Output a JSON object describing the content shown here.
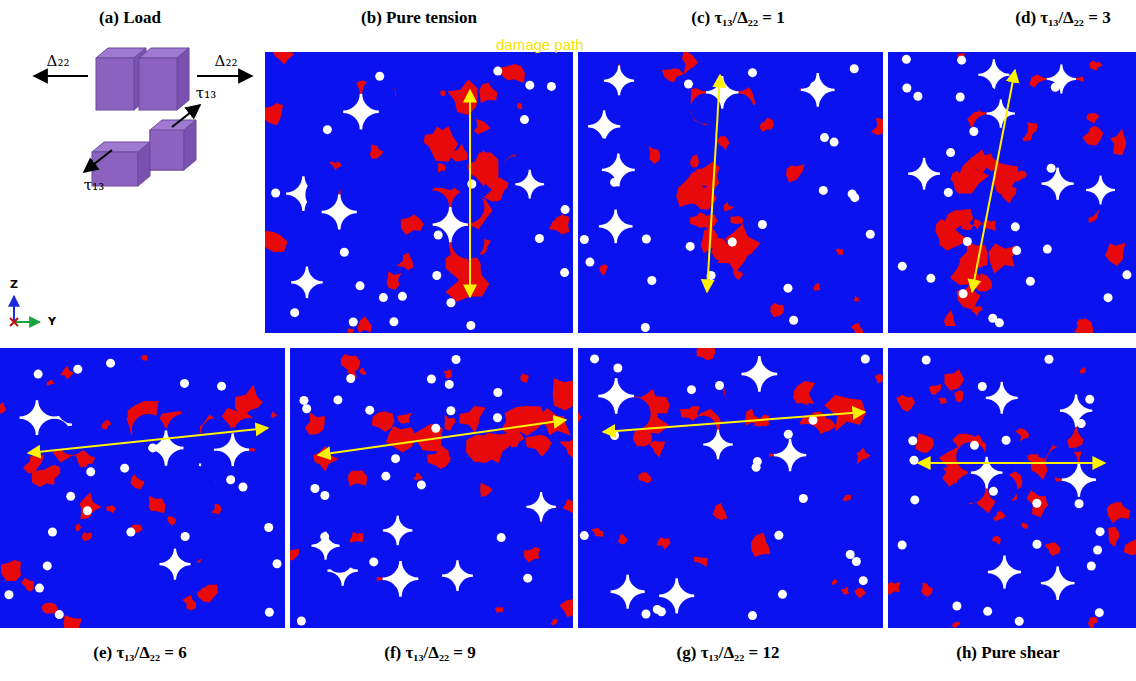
{
  "diagram": {
    "nodes": [
      {
        "text": [
          "(b) Pure tension",
          "damage path"
        ]
      },
      {
        "text": [
          "(c) τ₁₃/Δ₂₂ = 1"
        ]
      },
      {
        "text": [
          "(d) τ₁₃/Δ₂₂ = 3"
        ]
      },
      {
        "text": [
          "(e) τ₁₃/Δ₂₂ = 6"
        ]
      },
      {
        "text": [
          "(f) τ₁₃/Δ₂₂ = 9"
        ]
      },
      {
        "text": [
          "(g) τ₁₃/Δ₂₂ = 12"
        ]
      },
      {
        "text": [
          "(h) Pure shear"
        ]
      }
    ],
    "labels": [
      "(a) Load",
      "Δ₂₂",
      "Δ₂₂",
      "τ₁₃",
      "τ₁₃",
      "Z",
      "Y"
    ]
  }
}
